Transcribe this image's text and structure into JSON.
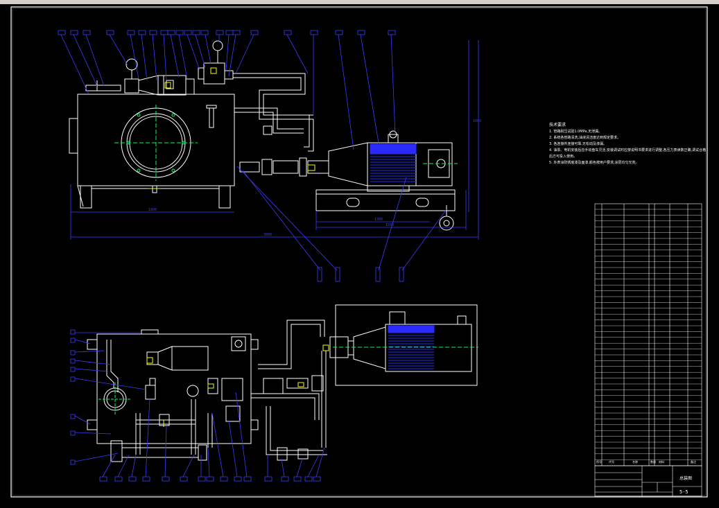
{
  "colors": {
    "background": "#000000",
    "line": "#ffffff",
    "dim": "#3c3cff",
    "center": "#00ff66",
    "accent": "#ffff00",
    "motor_fill": "#2a2aff",
    "window_bar": "#d4d0c8"
  },
  "notes": {
    "title": "技术要求",
    "items": [
      "1. 管路耐压试验1.0MPa,无泄漏。",
      "2. 系统各管路清洗,油液清洁度达到规定要求。",
      "3. 各连接件连接可靠,无松动及渗漏。",
      "4. 油泵、电机安装后应手动盘车灵活,安装调试时应按说明书要求进行调整,各压力表读数正确,调试合格后方可投入使用。",
      "5. 外表涂防锈底漆及面漆,颜色按用户要求,涂层均匀光亮。"
    ]
  },
  "dimensions": {
    "overall_width": "3800",
    "tank_width": "1800",
    "base_length": "1500",
    "base_length2": "1300",
    "height": "1000"
  },
  "title_block": {
    "sheet_number": "5-5",
    "drawing_name": "总装图",
    "header_columns": [
      "序号",
      "代号",
      "名称",
      "数量",
      "材料",
      "备注"
    ]
  }
}
